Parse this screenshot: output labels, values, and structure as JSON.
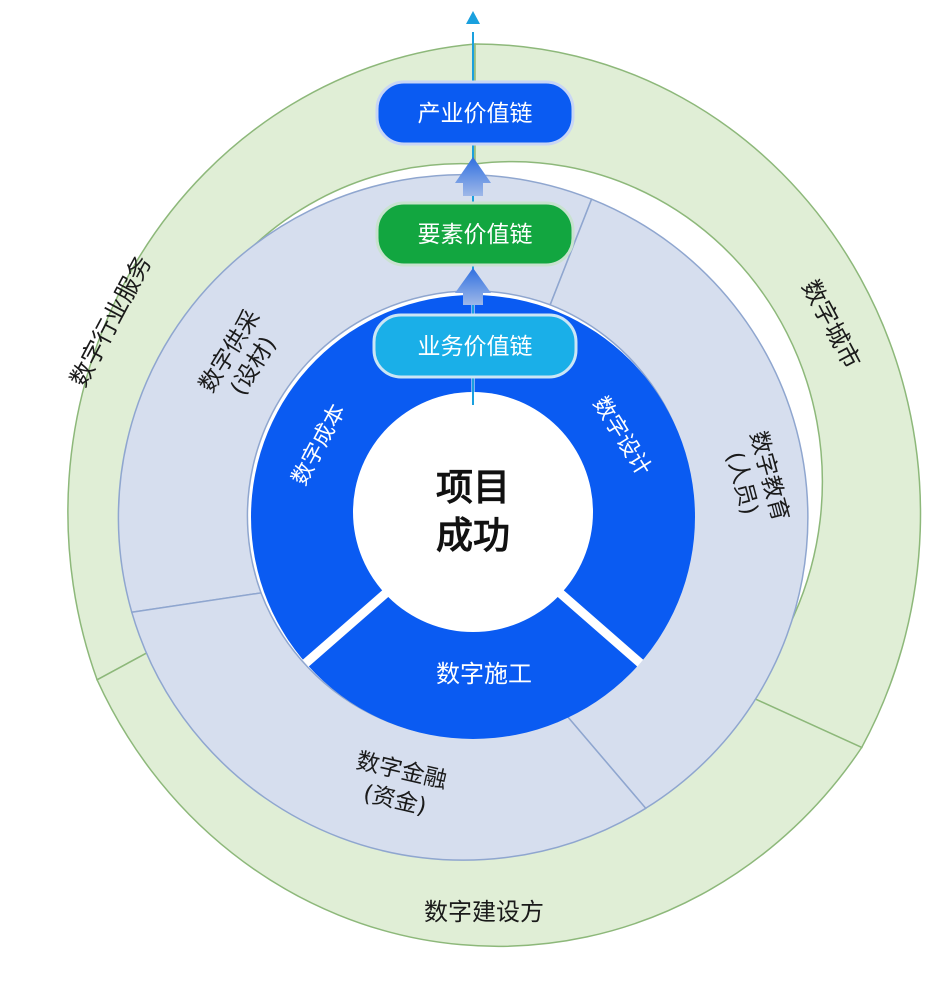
{
  "center": {
    "line1": "项目",
    "line2": "成功"
  },
  "inner_ring": {
    "segments": [
      "数字成本",
      "数字设计",
      "数字施工"
    ],
    "color": "#0A5BF2"
  },
  "middle_ring": {
    "segments": [
      {
        "line1": "数字供采",
        "line2": "(设材)"
      },
      {
        "line1": "数字教育",
        "line2": "(人员)"
      },
      {
        "line1": "数字金融",
        "line2": "(资金)"
      }
    ],
    "color": "#D6DEEE",
    "border": "#8FA6CF"
  },
  "outer_ring": {
    "segments": [
      "数字行业服务",
      "数字城市",
      "数字建设方"
    ],
    "color": "#E0EED6",
    "border": "#8DB87A"
  },
  "value_chain": {
    "pills": [
      {
        "label": "业务价值链",
        "color": "#1AAFE8"
      },
      {
        "label": "要素价值链",
        "color": "#12A640"
      },
      {
        "label": "产业价值链",
        "color": "#0A5BF2"
      }
    ],
    "arrow_color": "#1AA0DE"
  }
}
